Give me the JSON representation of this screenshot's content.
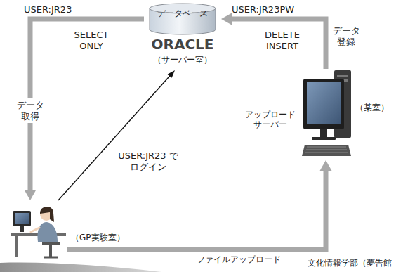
{
  "diagram": {
    "nodes": [
      {
        "text": [
          "データベース",
          "ORACLE",
          "（サーバー室）"
        ]
      },
      {
        "text": [
          "アップロード サーバー",
          "（某室）"
        ]
      },
      {
        "text": [
          "（GP実験室）"
        ]
      }
    ],
    "edges": [
      {
        "from": 0,
        "to": 2,
        "arrow": "to",
        "label": "データ 取得"
      },
      {
        "from": 1,
        "to": 0,
        "arrow": "to",
        "label": "データ 登録"
      },
      {
        "from": 2,
        "to": 1,
        "arrow": "to",
        "label": "ファイルアップロード"
      },
      {
        "from": 2,
        "to": 0,
        "arrow": "to",
        "label": "USER:JR23 でログイン"
      }
    ],
    "labels": [
      "USER:JR23",
      "SELECT ONLY",
      "USER:JR23PW",
      "DELETE INSERT",
      "文化情報学部（夢告館"
    ]
  }
}
